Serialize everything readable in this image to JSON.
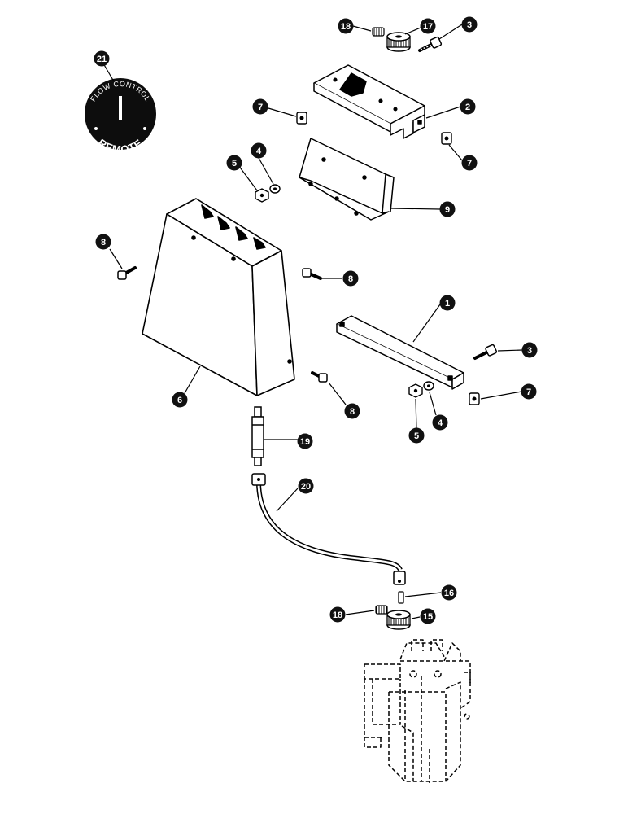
{
  "decal": {
    "top_text": "FLOW CONTROL",
    "bottom_text": "REMOTE",
    "center_mark": "I"
  },
  "callouts": [
    {
      "id": "c21",
      "label": "21",
      "part": "flow-control-remote-decal"
    },
    {
      "id": "c18a",
      "label": "18",
      "part": "set-screw-upper"
    },
    {
      "id": "c17",
      "label": "17",
      "part": "knob-upper"
    },
    {
      "id": "c3a",
      "label": "3",
      "part": "bolt-upper"
    },
    {
      "id": "c2",
      "label": "2",
      "part": "mounting-bracket"
    },
    {
      "id": "c7a",
      "label": "7",
      "part": "clip-nut-left"
    },
    {
      "id": "c7b",
      "label": "7",
      "part": "clip-nut-right"
    },
    {
      "id": "c4a",
      "label": "4",
      "part": "lock-washer-upper"
    },
    {
      "id": "c5a",
      "label": "5",
      "part": "nut-upper"
    },
    {
      "id": "c9",
      "label": "9",
      "part": "angle-bracket"
    },
    {
      "id": "c8a",
      "label": "8",
      "part": "bolt-left"
    },
    {
      "id": "c8b",
      "label": "8",
      "part": "bolt-right"
    },
    {
      "id": "c1",
      "label": "1",
      "part": "support-bracket"
    },
    {
      "id": "c3b",
      "label": "3",
      "part": "bolt-lower"
    },
    {
      "id": "c6",
      "label": "6",
      "part": "cover-shroud"
    },
    {
      "id": "c8c",
      "label": "8",
      "part": "bolt-lower"
    },
    {
      "id": "c7c",
      "label": "7",
      "part": "clip-nut-lower"
    },
    {
      "id": "c5b",
      "label": "5",
      "part": "nut-lower"
    },
    {
      "id": "c4b",
      "label": "4",
      "part": "lock-washer-lower"
    },
    {
      "id": "c19",
      "label": "19",
      "part": "adapter-rod"
    },
    {
      "id": "c20",
      "label": "20",
      "part": "control-cable"
    },
    {
      "id": "c16",
      "label": "16",
      "part": "pin"
    },
    {
      "id": "c18b",
      "label": "18",
      "part": "set-screw-lower"
    },
    {
      "id": "c15",
      "label": "15",
      "part": "knob-lower"
    }
  ]
}
